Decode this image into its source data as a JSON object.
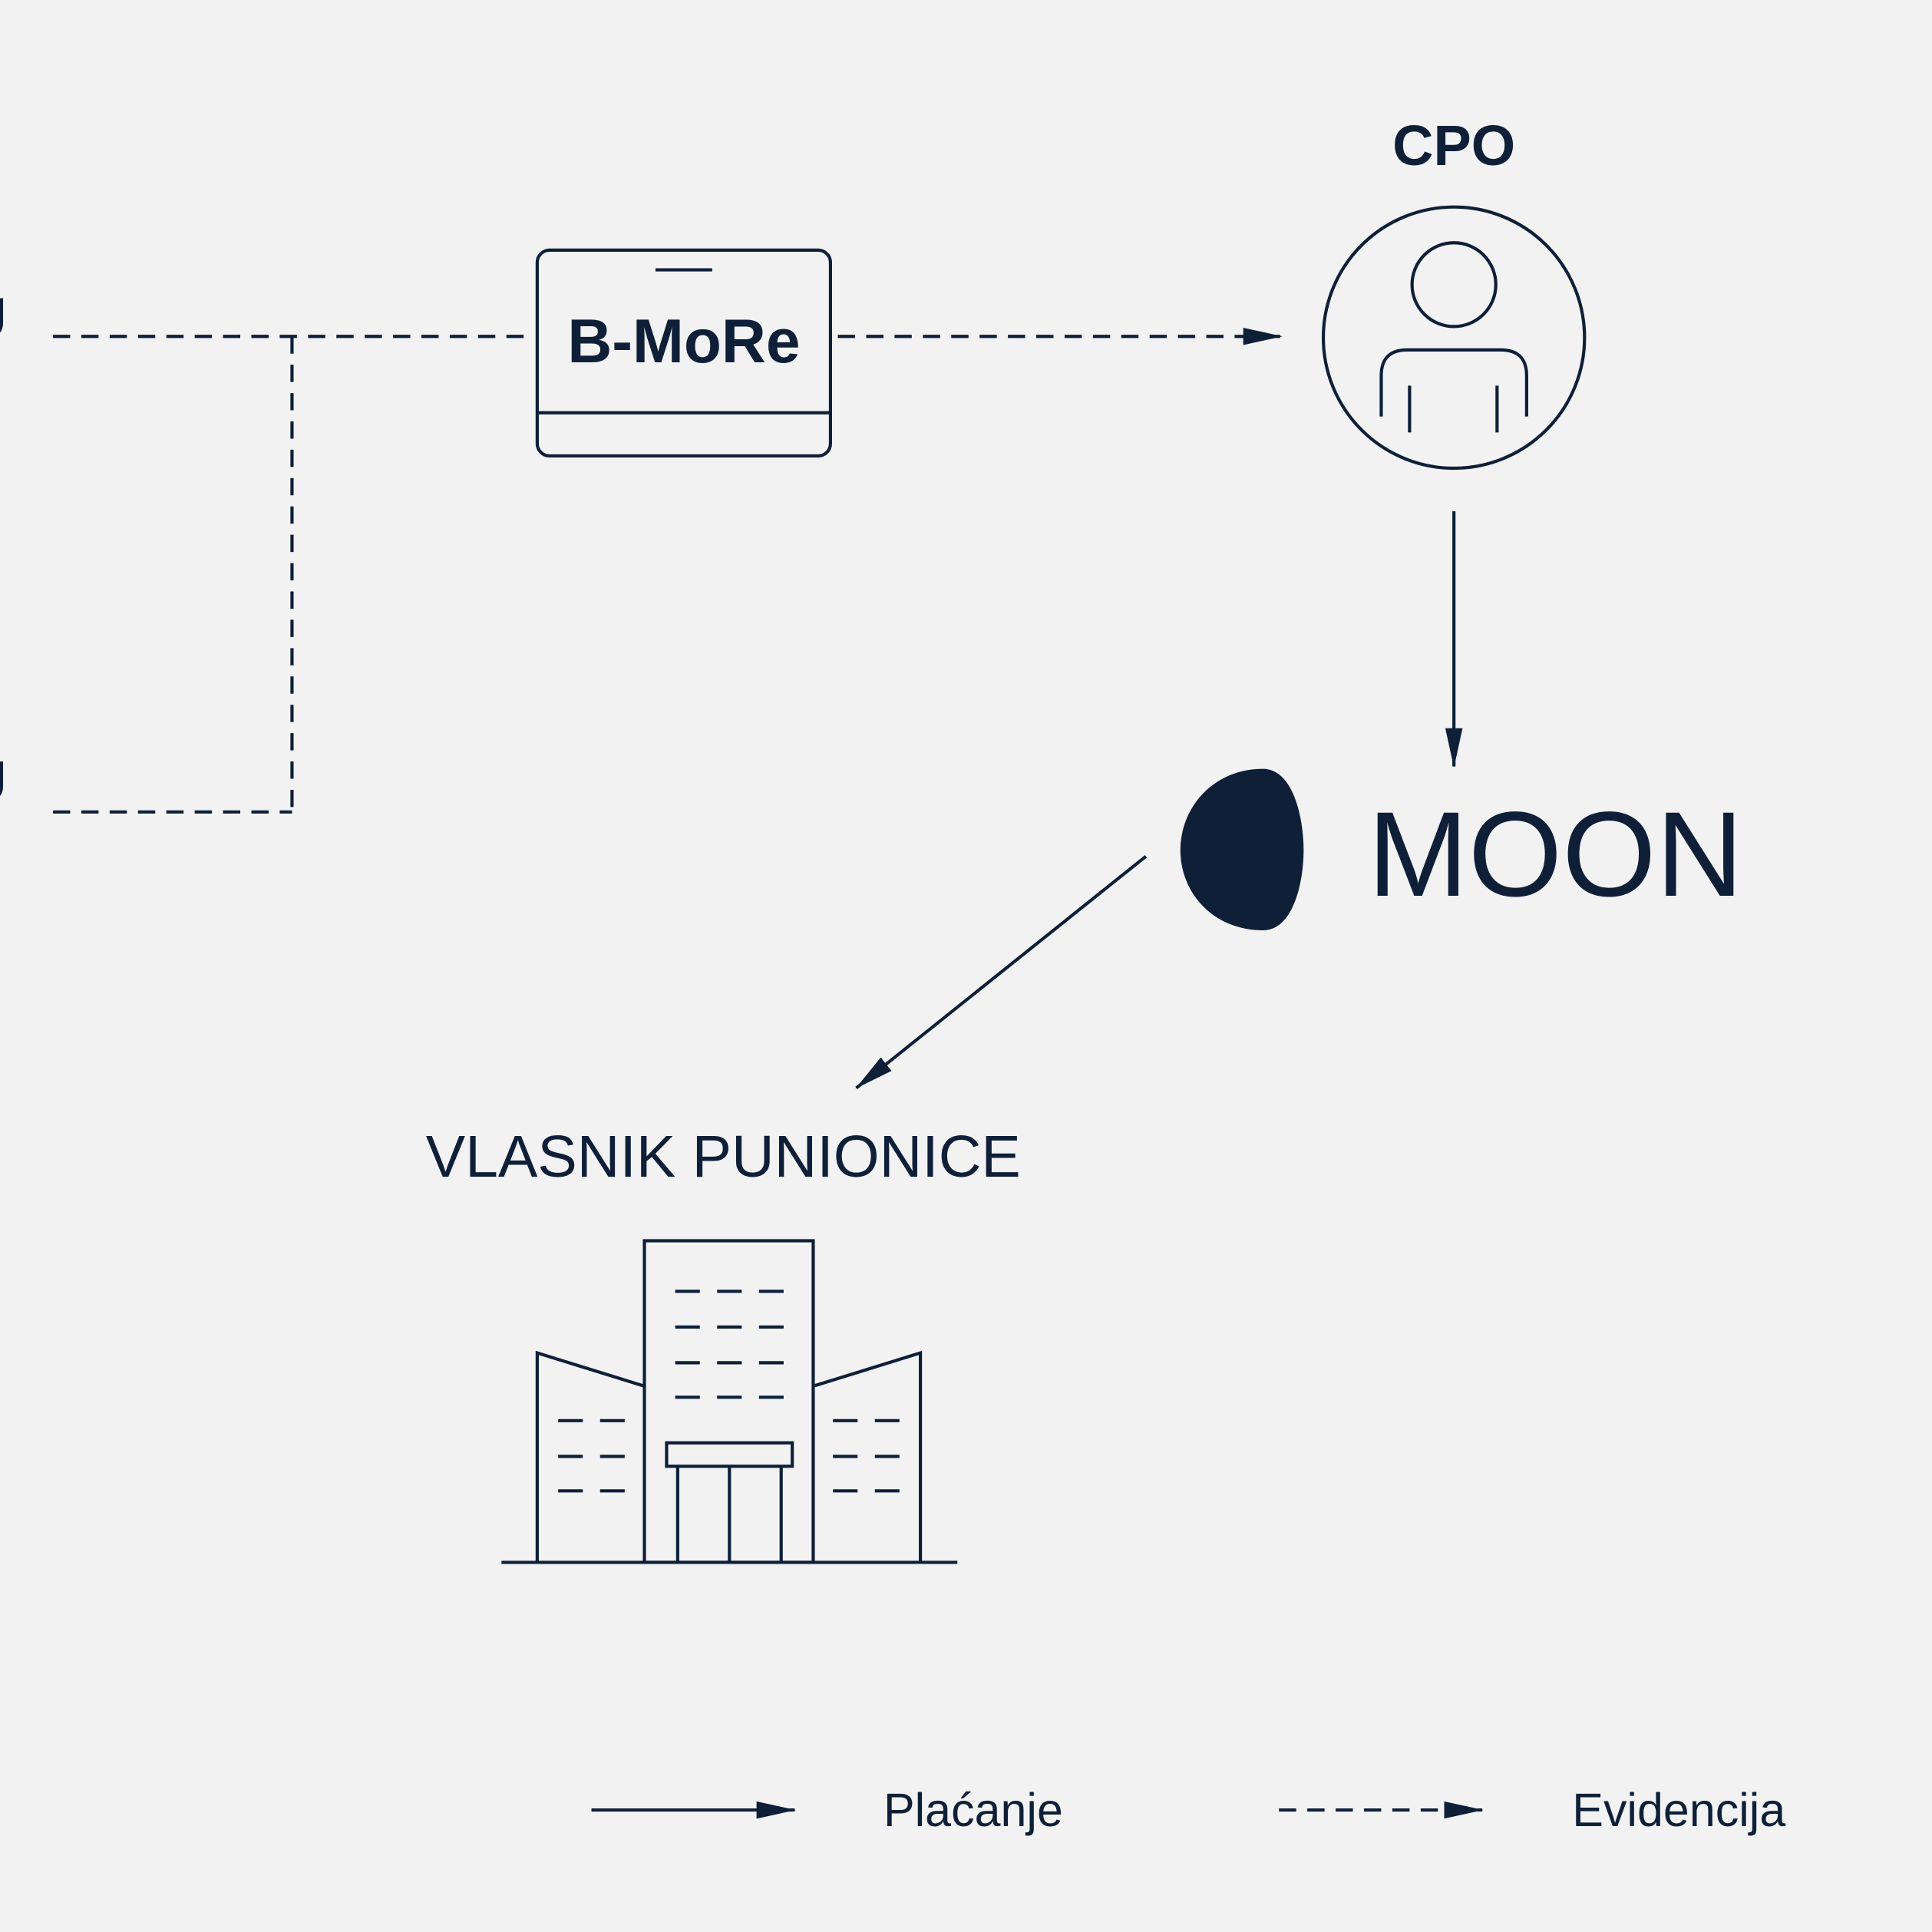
{
  "nodes": {
    "platform": {
      "label": "B-MoRe"
    },
    "cpo": {
      "label": "CPO"
    },
    "moon": {
      "label": "MOON"
    },
    "owner": {
      "label": "VLASNIK PUNIONICE"
    }
  },
  "legend": {
    "payment": "Plaćanje",
    "record": "Evidencija"
  },
  "colors": {
    "ink": "#0f1f38",
    "background": "#f2f2f2"
  }
}
